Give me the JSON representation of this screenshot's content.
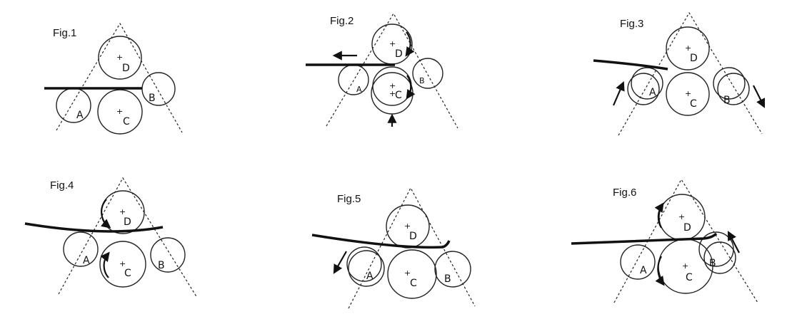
{
  "figures": [
    {
      "label": "Fig.1",
      "rollers": {
        "a": "A",
        "b": "B",
        "c": "C",
        "d": "D"
      }
    },
    {
      "label": "Fig.2",
      "rollers": {
        "a": "A",
        "b": "B",
        "c": "C",
        "d": "D"
      }
    },
    {
      "label": "Fig.3",
      "rollers": {
        "a": "A",
        "b": "B",
        "c": "C",
        "d": "D"
      }
    },
    {
      "label": "Fig.4",
      "rollers": {
        "a": "A",
        "b": "B",
        "c": "C",
        "d": "D"
      }
    },
    {
      "label": "Fig.5",
      "rollers": {
        "a": "A",
        "b": "B",
        "c": "C",
        "d": "D"
      }
    },
    {
      "label": "Fig.6",
      "rollers": {
        "a": "A",
        "b": "B",
        "c": "C",
        "d": "D"
      }
    }
  ],
  "center_mark": "+"
}
